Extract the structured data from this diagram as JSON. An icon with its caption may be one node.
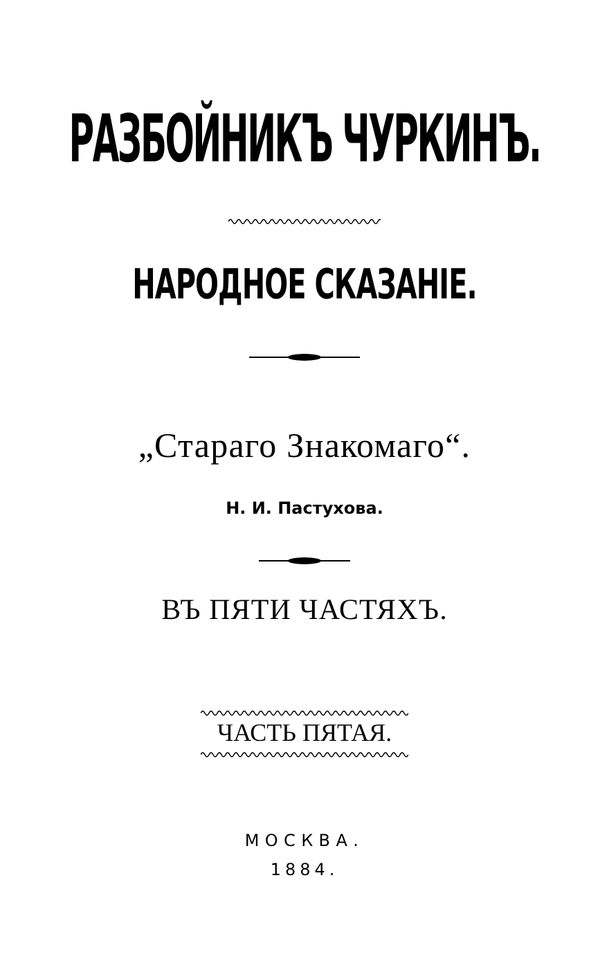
{
  "diagram": {
    "title": "РАЗБОЙНИКЪ ЧУРКИНЪ.",
    "labels": [
      "НАРОДНОЕ СКАЗАНІЕ.",
      "„Стараго Знакомаго“.",
      "Н. И. Пастухова.",
      "ВЪ ПЯТИ ЧАСТЯХЪ.",
      "ЧАСТЬ ПЯТАЯ.",
      "МОСКВА.",
      "1884."
    ]
  }
}
